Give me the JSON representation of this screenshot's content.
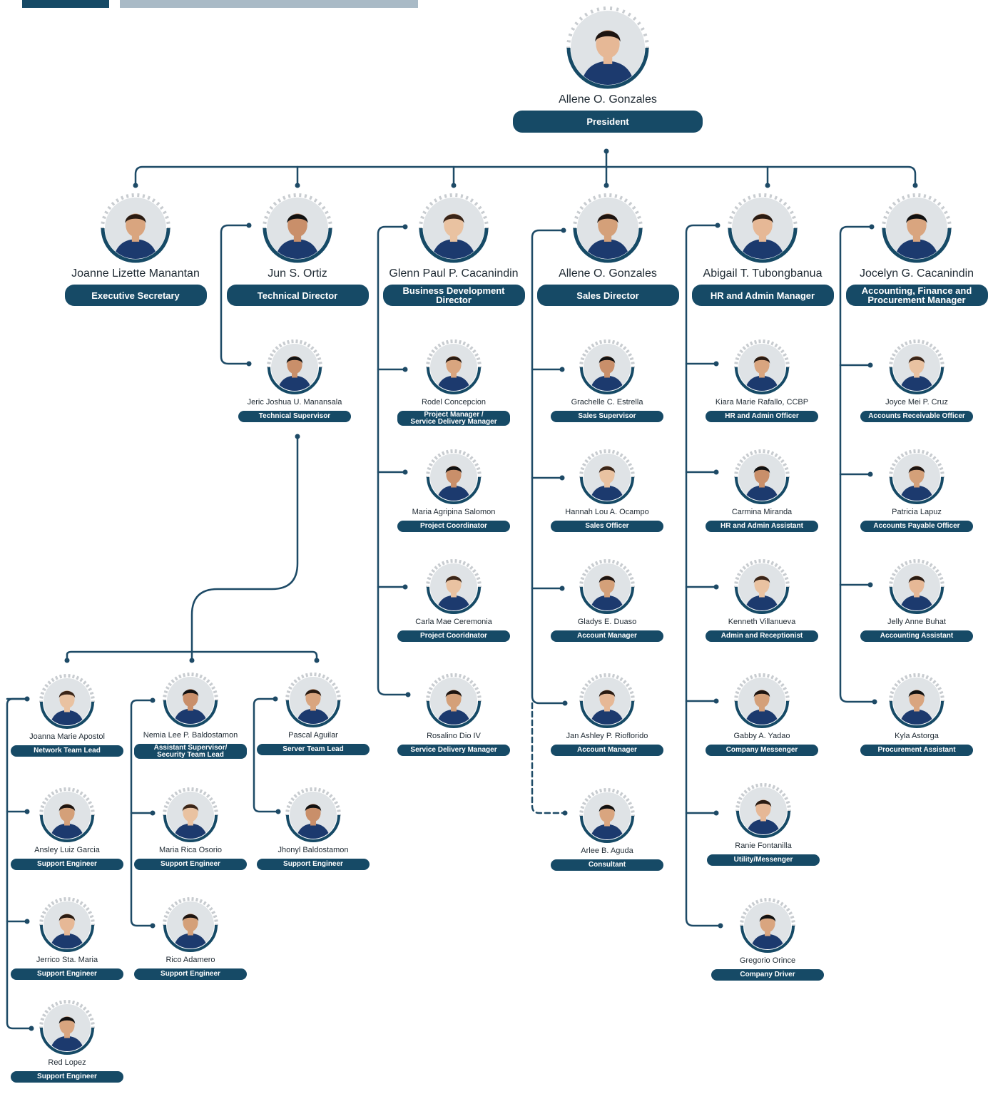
{
  "colors": {
    "brand_dark": "#164a66",
    "brand_light": "#a9bac6",
    "line": "#1d4a66",
    "text": "#1f2a33"
  },
  "president": {
    "name": "Allene O. Gonzales",
    "title": "President",
    "photo_icon": "portrait-photo"
  },
  "heads": [
    {
      "name": "Joanne Lizette Manantan",
      "title": "Executive Secretary"
    },
    {
      "name": "Jun S. Ortiz",
      "title": "Technical Director"
    },
    {
      "name": "Glenn Paul P. Cacanindin",
      "title": "Business Development\nDirector"
    },
    {
      "name": "Allene O. Gonzales",
      "title": "Sales Director"
    },
    {
      "name": "Abigail T. Tubongbanua",
      "title": "HR and Admin Manager"
    },
    {
      "name": "Jocelyn G. Cacanindin",
      "title": "Accounting, Finance and\nProcurement Manager"
    }
  ],
  "technical": {
    "supervisor": {
      "name": "Jeric Joshua U. Manansala",
      "title": "Technical Supervisor"
    },
    "network_team": [
      {
        "name": "Joanna Marie Apostol",
        "title": "Network Team Lead"
      },
      {
        "name": "Ansley Luiz Garcia",
        "title": "Support Engineer"
      },
      {
        "name": "Jerrico Sta. Maria",
        "title": "Support Engineer"
      },
      {
        "name": "Red Lopez",
        "title": "Support Engineer"
      }
    ],
    "security_team": [
      {
        "name": "Nemia Lee P. Baldostamon",
        "title": "Assistant Supervisor/\nSecurity Team Lead"
      },
      {
        "name": "Maria Rica Osorio",
        "title": "Support Engineer"
      },
      {
        "name": "Rico Adamero",
        "title": "Support Engineer"
      }
    ],
    "server_team": [
      {
        "name": "Pascal Aguilar",
        "title": "Server Team Lead"
      },
      {
        "name": "Jhonyl Baldostamon",
        "title": "Support Engineer"
      }
    ]
  },
  "business_dev": [
    {
      "name": "Rodel Concepcion",
      "title": "Project Manager /\nService Delivery Manager"
    },
    {
      "name": "Maria Agripina Salomon",
      "title": "Project Coordinator"
    },
    {
      "name": "Carla Mae Ceremonia",
      "title": "Project Cooridnator"
    },
    {
      "name": "Rosalino Dio IV",
      "title": "Service Delivery Manager"
    }
  ],
  "sales": [
    {
      "name": "Grachelle C. Estrella",
      "title": "Sales Supervisor"
    },
    {
      "name": "Hannah Lou A. Ocampo",
      "title": "Sales Officer"
    },
    {
      "name": "Gladys E. Duaso",
      "title": "Account Manager"
    },
    {
      "name": "Jan Ashley P. Rioflorido",
      "title": "Account Manager"
    },
    {
      "name": "Arlee B. Aguda",
      "title": "Consultant"
    }
  ],
  "hr_admin": [
    {
      "name": "Kiara Marie Rafallo, CCBP",
      "title": "HR and Admin Officer"
    },
    {
      "name": "Carmina Miranda",
      "title": "HR and Admin Assistant"
    },
    {
      "name": "Kenneth Villanueva",
      "title": "Admin and Receptionist"
    },
    {
      "name": "Gabby A. Yadao",
      "title": "Company Messenger"
    },
    {
      "name": "Ranie Fontanilla",
      "title": "Utility/Messenger"
    },
    {
      "name": "Gregorio Orince",
      "title": "Company Driver"
    }
  ],
  "accounting": [
    {
      "name": "Joyce Mei P. Cruz",
      "title": "Accounts Receivable Officer"
    },
    {
      "name": "Patricia Lapuz",
      "title": "Accounts Payable Officer"
    },
    {
      "name": "Jelly Anne Buhat",
      "title": "Accounting Assistant"
    },
    {
      "name": "Kyla Astorga",
      "title": "Procurement Assistant"
    }
  ]
}
